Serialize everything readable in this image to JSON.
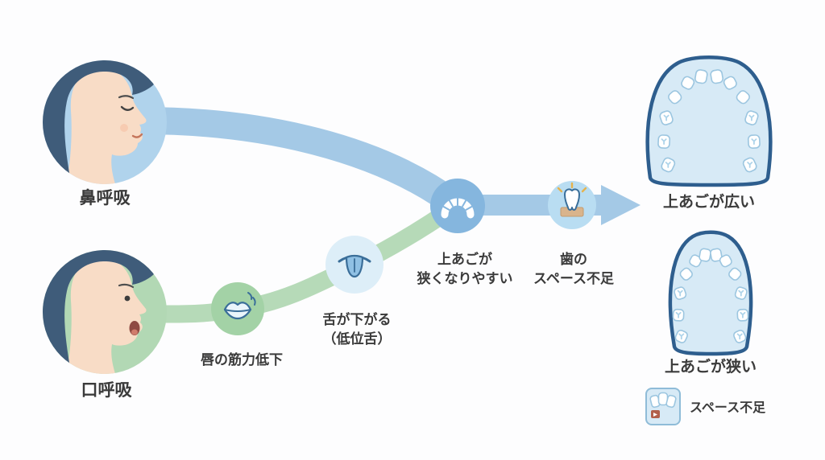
{
  "flow": {
    "nasal": {
      "label": "鼻呼吸",
      "icon": "face-profile-closed-mouth-icon"
    },
    "mouth": {
      "label": "口呼吸",
      "icon": "face-profile-open-mouth-icon"
    },
    "steps": [
      {
        "id": "lips",
        "label": "唇の筋力低下",
        "icon": "lips-icon"
      },
      {
        "id": "tongue",
        "label_line1": "舌が下がる",
        "label_line2": "（低位舌）",
        "icon": "low-tongue-icon"
      },
      {
        "id": "arch",
        "label_line1": "上あごが",
        "label_line2": "狭くなりやすい",
        "icon": "dental-arch-icon"
      },
      {
        "id": "tooth",
        "label_line1": "歯の",
        "label_line2": "スペース不足",
        "icon": "tooth-crowding-icon"
      }
    ],
    "outcomes": [
      {
        "id": "wide",
        "label": "上あごが広い",
        "icon": "upper-jaw-wide-illustration"
      },
      {
        "id": "narrow",
        "label": "上あごが狭い",
        "icon": "upper-jaw-narrow-illustration"
      }
    ],
    "legend": {
      "label": "スペース不足",
      "icon": "crowded-teeth-icon"
    }
  },
  "colors": {
    "flow_blue": "#a4c9e6",
    "flow_green": "#b6dab8",
    "circle_blue": "#b0d3ec",
    "circle_green": "#b2d8b4",
    "node_green": "#a3d2a6",
    "node_tongue": "#ddeef8",
    "node_arch": "#85b6de",
    "node_tooth": "#b9ddf2",
    "jaw_fill": "#d7eaf6",
    "jaw_outline": "#2e5e8e",
    "hair": "#3f5c7a",
    "skin": "#f8dcc6",
    "text": "#3b3b3b",
    "background": "#fdfdfe"
  }
}
